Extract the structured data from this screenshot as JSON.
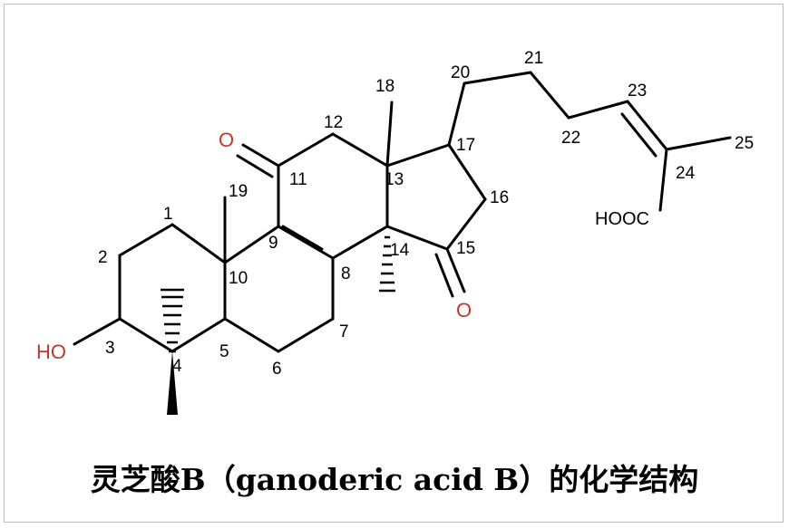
{
  "caption": "灵芝酸B（ganoderic acid B）的化学结构",
  "atom_numbers": [
    "1",
    "2",
    "3",
    "4",
    "5",
    "6",
    "7",
    "8",
    "9",
    "10",
    "11",
    "12",
    "13",
    "14",
    "15",
    "16",
    "17",
    "18",
    "19",
    "20",
    "21",
    "22",
    "23",
    "24",
    "25"
  ],
  "hetero_labels": {
    "oxygen_11": "O",
    "oxygen_15": "O",
    "hydroxyl": "HO"
  },
  "groups": {
    "carboxyl": "HOOC"
  },
  "colors": {
    "bond": "#000000",
    "heteroatom": "#c0392b",
    "frame": "#bdbdbd"
  }
}
